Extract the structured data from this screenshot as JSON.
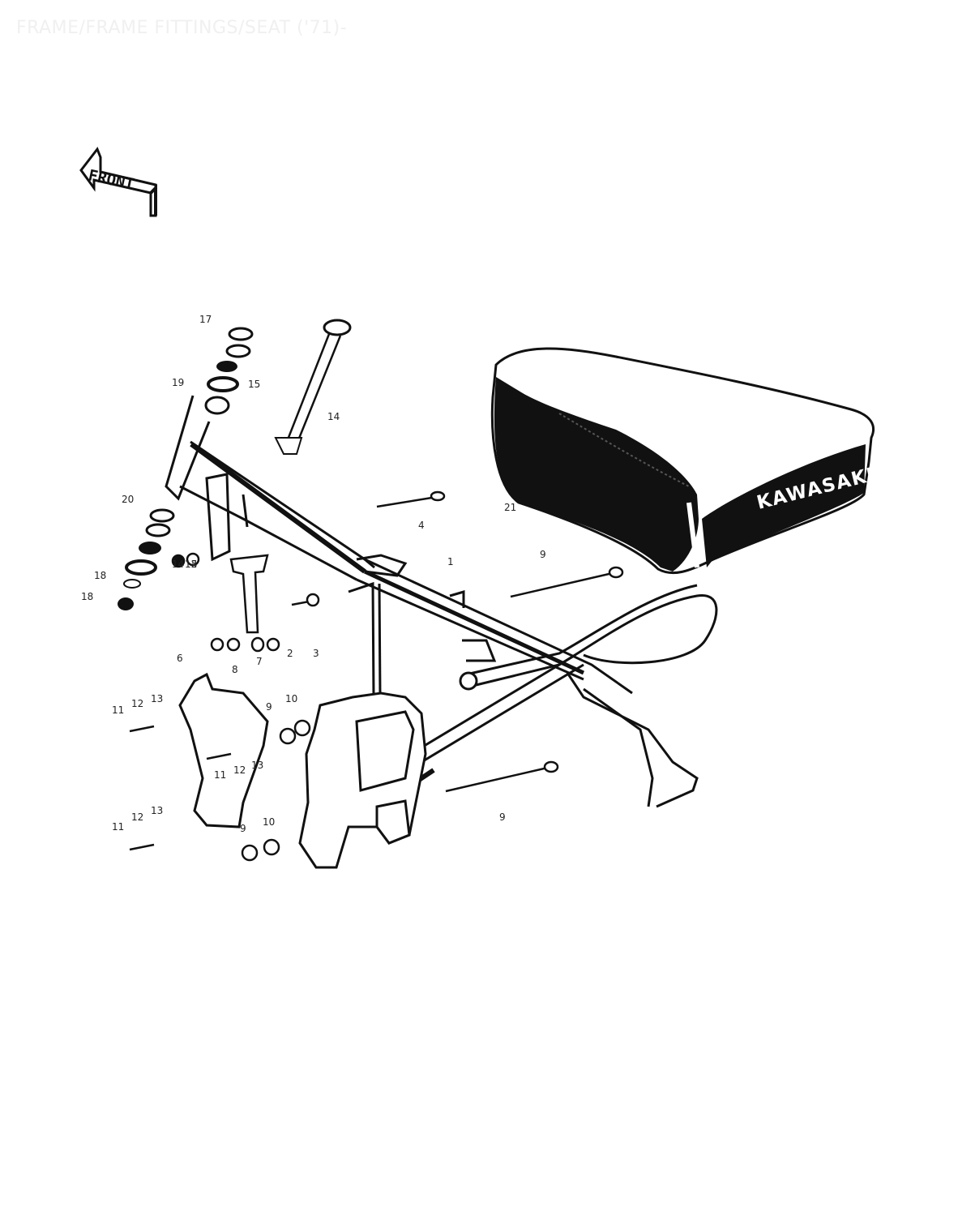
{
  "page": {
    "title": "FRAME/FRAME FITTINGS/SEAT ('71)-"
  },
  "diagram": {
    "front_arrow_label": "FRONT",
    "seat_brand": "KAWASAKI",
    "callouts": [
      "17",
      "19",
      "15",
      "14",
      "20",
      "18",
      "18",
      "14",
      "12",
      "5",
      "4",
      "3",
      "2",
      "7",
      "8",
      "1",
      "6",
      "21",
      "9",
      "11",
      "12",
      "13",
      "9",
      "10",
      "11",
      "12",
      "13",
      "11",
      "12",
      "13",
      "9",
      "10",
      "9"
    ]
  }
}
